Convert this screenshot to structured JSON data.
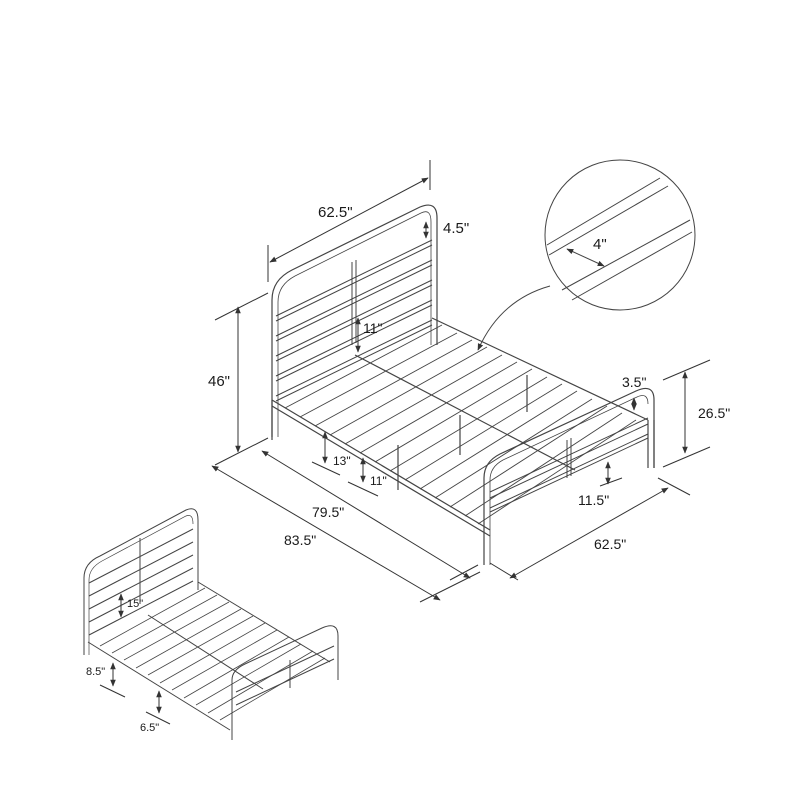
{
  "diagram": {
    "subject": "metal bed frame dimension drawing",
    "line_color": "#333333",
    "main_view": {
      "headboard_width": "62.5\"",
      "headboard_top_gap": "4.5\"",
      "total_height": "46\"",
      "headboard_clearance": "11\"",
      "under_bed_clearance_high": "13\"",
      "under_bed_clearance_low": "11\"",
      "inner_length": "79.5\"",
      "total_length": "83.5\"",
      "footboard_width": "62.5\"",
      "footboard_top_gap": "3.5\"",
      "footboard_height": "26.5\"",
      "footboard_clearance": "11.5\""
    },
    "detail_view": {
      "slat_spacing": "4\""
    },
    "secondary_view": {
      "headboard_clearance": "15\"",
      "under_bed_clearance_high": "8.5\"",
      "under_bed_clearance_low": "6.5\""
    }
  }
}
